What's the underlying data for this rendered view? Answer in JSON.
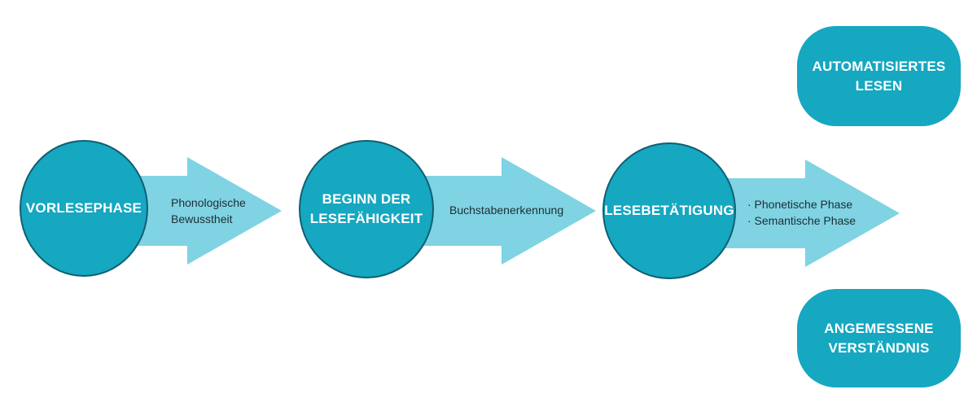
{
  "stages": [
    {
      "label": "VORLESEPHASE"
    },
    {
      "label": "BEGINN DER\nLESEFÄHIGKEIT"
    },
    {
      "label": "LESEBETÄTIGUNG"
    }
  ],
  "transitions": [
    {
      "label": "Phonologische\nBewusstheit"
    },
    {
      "label": "Buchstabenerkennung"
    },
    {
      "label": "· Phonetische Phase\n· Semantische Phase"
    }
  ],
  "outcomes": [
    {
      "label": "AUTOMATISIERTES\nLESEN"
    },
    {
      "label": "ANGEMESSENE\nVERSTÄNDNIS"
    }
  ],
  "colors": {
    "node": "#16a7c1",
    "node_border": "#0f5f72",
    "arrow": "#7fd3e3",
    "node_text": "#ffffff",
    "arrow_text": "#1f2d33"
  }
}
